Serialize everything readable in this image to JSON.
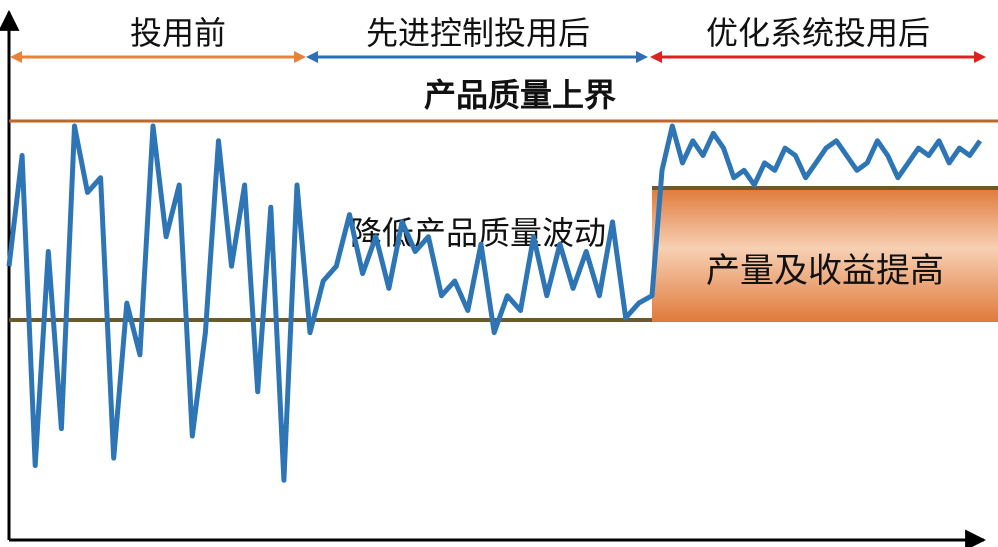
{
  "phases": [
    {
      "label": "投用前",
      "arrow_color": "#E8823A"
    },
    {
      "label": "先进控制投用后",
      "arrow_color": "#2E6EB5"
    },
    {
      "label": "优化系统投用后",
      "arrow_color": "#E02020"
    }
  ],
  "upper_limit": {
    "label": "产品质量上界",
    "color": "#C0652B"
  },
  "baseline_color": "#6B5A2A",
  "annotations": {
    "fluctuation_note": "降低产品质量波动",
    "yield_box_label": "产量及收益提高"
  },
  "colors": {
    "series_line": "#2E75B6",
    "yield_box_light": "#F7D0B4",
    "yield_box_dark": "#E07A3A",
    "yield_box_top": "#6B5A2A",
    "axis": "#000000"
  },
  "trend": {
    "phase_1_values": [
      62,
      92,
      8,
      66,
      18,
      100,
      82,
      86,
      10,
      52,
      38,
      100,
      70,
      84,
      16,
      44,
      96,
      62,
      84,
      28,
      78,
      4,
      84
    ],
    "phase_2_values": [
      44,
      58,
      62,
      76,
      60,
      70,
      56,
      74,
      66,
      70,
      54,
      58,
      50,
      68,
      44,
      54,
      50,
      70,
      54,
      68,
      56,
      66,
      54,
      74,
      48,
      52,
      54
    ],
    "phase_3_values": [
      88,
      100,
      90,
      96,
      92,
      98,
      94,
      86,
      88,
      84,
      90,
      88,
      94,
      92,
      86,
      90,
      94,
      96,
      92,
      88,
      90,
      96,
      92,
      86,
      90,
      94,
      92,
      96,
      90,
      94,
      92,
      96
    ]
  }
}
